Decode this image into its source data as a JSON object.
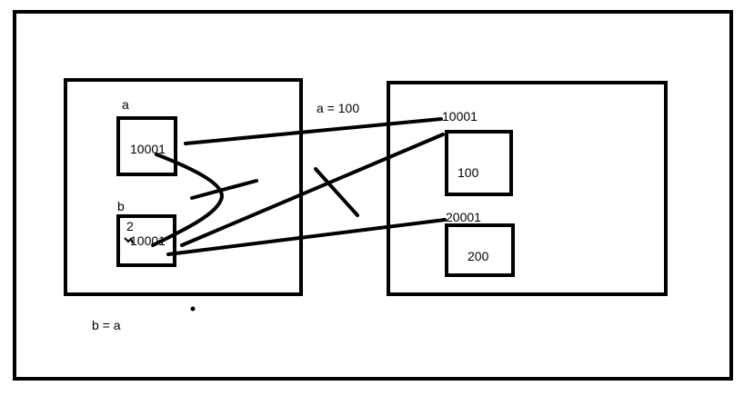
{
  "stack": {
    "var_a_name": "a",
    "var_a_value": "10001",
    "var_b_name": "b",
    "var_b_old_value": "2",
    "var_b_value": "10001"
  },
  "heap": {
    "addr_1": "10001",
    "value_1": "100",
    "addr_2": "20001",
    "value_2": "200"
  },
  "annotations": {
    "assign_a": "a = 100",
    "assign_b": "b = a"
  },
  "colors": {
    "ink": "#000000",
    "paper": "#ffffff"
  }
}
